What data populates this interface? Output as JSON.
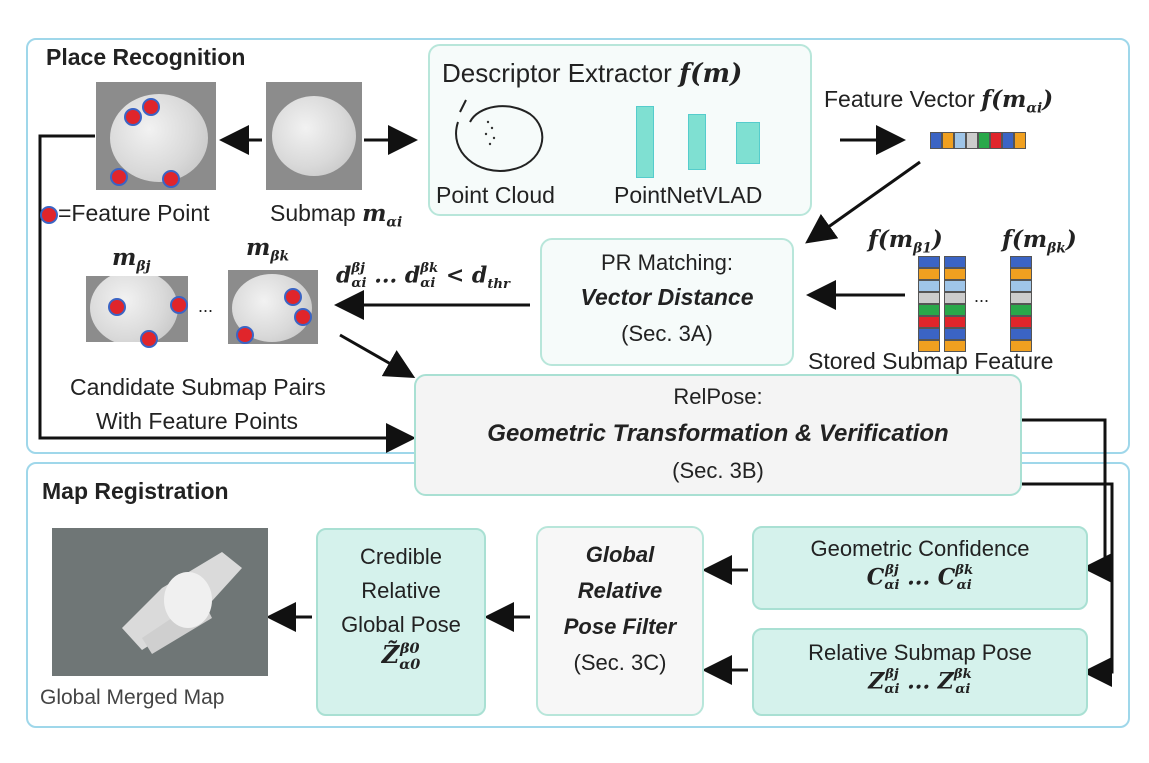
{
  "panels": {
    "place_recognition": "Place Recognition",
    "map_registration": "Map Registration"
  },
  "descriptor": {
    "title_text": "Descriptor Extractor ",
    "title_math": "f(m)",
    "point_cloud": "Point Cloud",
    "pointnetvlad": "PointNetVLAD"
  },
  "feature_vector": {
    "label": "Feature Vector ",
    "math": "f(m",
    "math_sub": "αi",
    "math_close": ")"
  },
  "legend": {
    "feature_point": "=Feature Point"
  },
  "submap": {
    "label": "Submap ",
    "math": "m",
    "math_sub": "αi"
  },
  "candidates": {
    "m_beta_j": "m",
    "sub_j": "βj",
    "m_beta_k": "m",
    "sub_k": "βk",
    "ellipsis": "...",
    "line1": "Candidate Submap Pairs",
    "line2": "With Feature Points"
  },
  "distance_condition": {
    "d1": "d",
    "sup1": "βj",
    "sub1": "αi",
    "dots": " ... ",
    "d2": "d",
    "sup2": "βk",
    "sub2": "αi",
    "lt": " < ",
    "d3": "d",
    "sub3": "thr"
  },
  "pr_matching": {
    "title": "PR Matching:",
    "subtitle": "Vector Distance",
    "section": "(Sec. 3A)"
  },
  "stored": {
    "f1": "f(m",
    "f1_sub": "β1",
    "f1_close": ")",
    "fk": "f(m",
    "fk_sub": "βk",
    "fk_close": ")",
    "ellipsis": "...",
    "label": "Stored Submap Feature"
  },
  "relpose": {
    "title": "RelPose:",
    "subtitle": "Geometric Transformation & Verification",
    "section": "(Sec. 3B)"
  },
  "geo_conf": {
    "title": "Geometric Confidence",
    "c1": "C",
    "sup1": "βj",
    "sub1": "αi",
    "dots": " ... ",
    "c2": "C",
    "sup2": "βk",
    "sub2": "αi"
  },
  "rel_submap_pose": {
    "title": "Relative Submap Pose",
    "z1": "Z",
    "sup1": "βj",
    "sub1": "αi",
    "dots": " ... ",
    "z2": "Z",
    "sup2": "βk",
    "sub2": "αi"
  },
  "pose_filter": {
    "line1": "Global",
    "line2": "Relative",
    "line3": "Pose Filter",
    "section": "(Sec. 3C)"
  },
  "credible": {
    "line1": "Credible",
    "line2": "Relative",
    "line3": "Global Pose",
    "z": "Z̃",
    "sup": "β0",
    "sub": "α0"
  },
  "global_map": {
    "label": "Global Merged Map"
  },
  "colors": {
    "panel_border": "#9fd7ea",
    "box_fill": "#d5f2ec",
    "dot": "#e0252b",
    "vector": [
      "#3b64c4",
      "#f0a020",
      "#9fc5e8",
      "#cccccc",
      "#2aa84a",
      "#e0252b",
      "#3b64c4",
      "#f0a020"
    ]
  }
}
